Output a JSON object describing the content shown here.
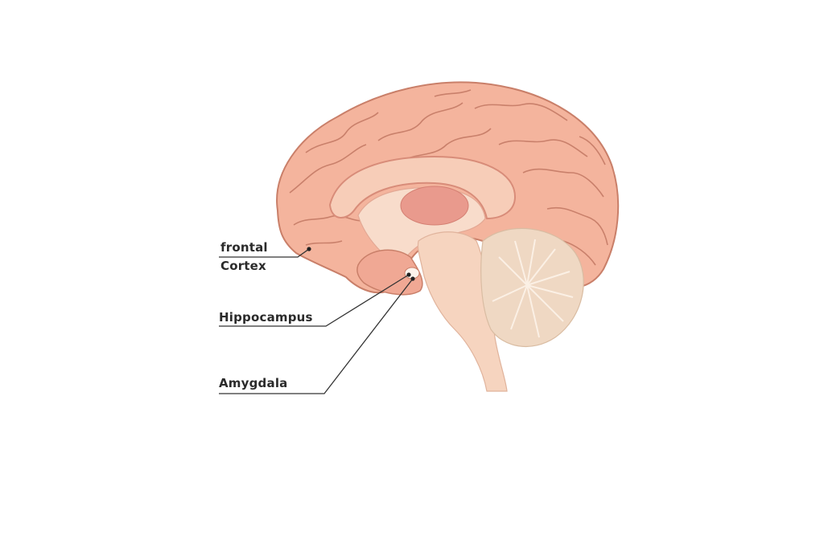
{
  "labels": {
    "frontal_line1": "frontal",
    "frontal_line2": "Cortex",
    "hippocampus": "Hippocampus",
    "amygdala": "Amygdala"
  },
  "colors": {
    "cortex_fill": "#f4b49d",
    "cortex_stroke": "#c97f69",
    "inner_fill": "#f7d0bd",
    "thalamus": "#e99a8d",
    "brainstem": "#f6d4bf",
    "cerebellum": "#efd8c3",
    "leader_line": "#333333"
  }
}
